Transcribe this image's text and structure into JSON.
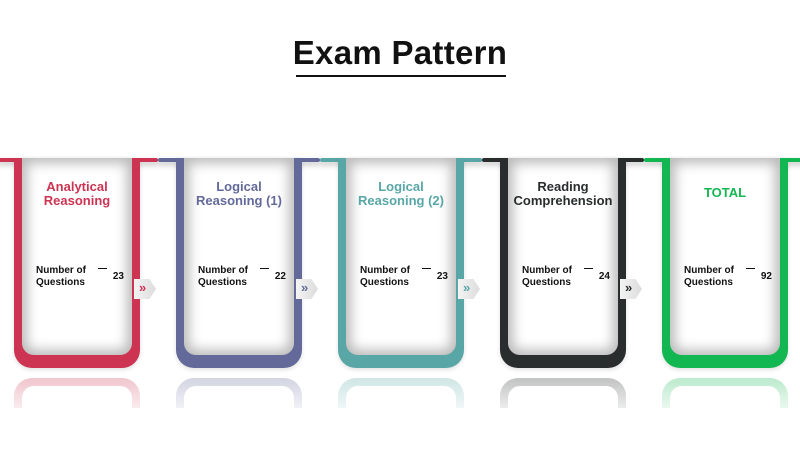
{
  "title": "Exam Pattern",
  "cards": [
    {
      "title": "Analytical Reasoning",
      "lines": [
        "Analytical",
        "Reasoning"
      ],
      "label_line1": "Number of",
      "label_line2": "Questions",
      "value": "23",
      "color": "#cc3452"
    },
    {
      "title": "Logical Reasoning (1)",
      "lines": [
        "Logical",
        "Reasoning (1)"
      ],
      "label_line1": "Number of",
      "label_line2": "Questions",
      "value": "22",
      "color": "#636a9a"
    },
    {
      "title": "Logical Reasoning (2)",
      "lines": [
        "Logical",
        "Reasoning (2)"
      ],
      "label_line1": "Number of",
      "label_line2": "Questions",
      "value": "23",
      "color": "#59a6a6"
    },
    {
      "title": "Reading Comprehension",
      "lines": [
        "Reading",
        "Comprehension"
      ],
      "label_line1": "Number of",
      "label_line2": "Questions",
      "value": "24",
      "color": "#292d2d"
    },
    {
      "title": "TOTAL",
      "lines": [
        "TOTAL",
        ""
      ],
      "label_line1": "Number of",
      "label_line2": "Questions",
      "value": "92",
      "color": "#12b751"
    }
  ],
  "connector_icon": "double-chevron-right-icon",
  "connector_colors": [
    "#cc3452",
    "#636a9a",
    "#59a6a6",
    "#292d2d"
  ]
}
